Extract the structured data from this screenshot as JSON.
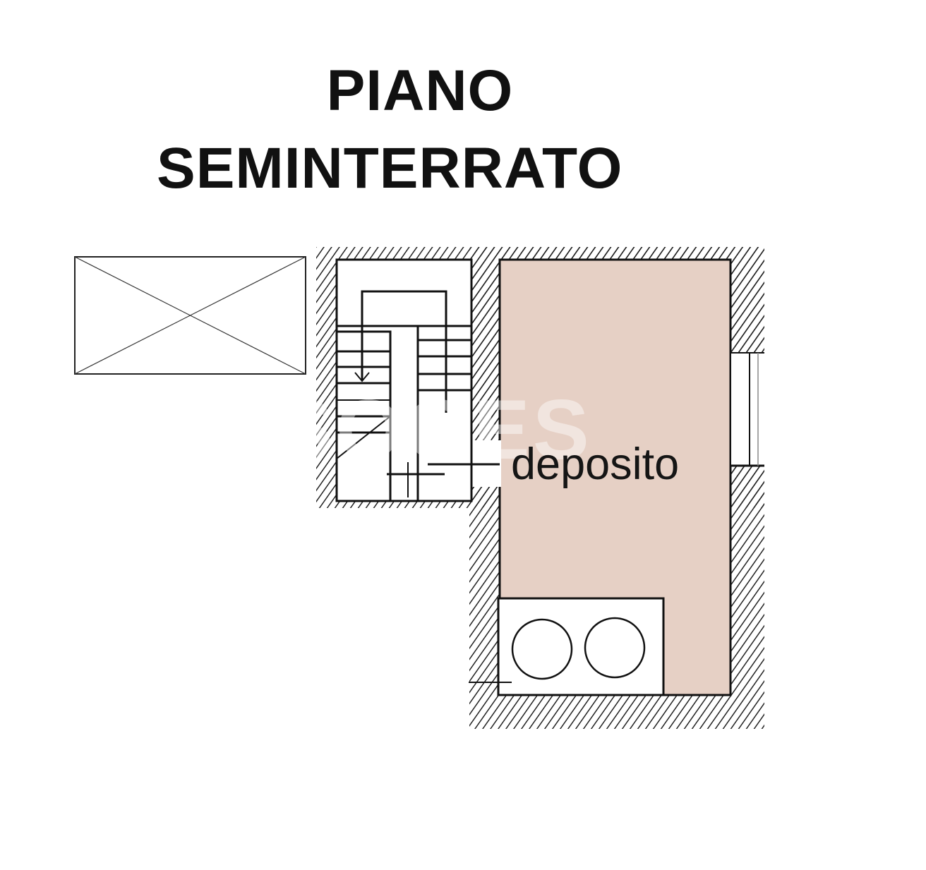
{
  "title": {
    "line1": "PIANO",
    "line2": "SEMINTERRATO"
  },
  "rooms": [
    {
      "label": "deposito",
      "fill": "#e6d0c5"
    }
  ],
  "watermark": "SOGES",
  "colors": {
    "line": "#111111",
    "hatch": "#222222",
    "background": "#ffffff"
  }
}
